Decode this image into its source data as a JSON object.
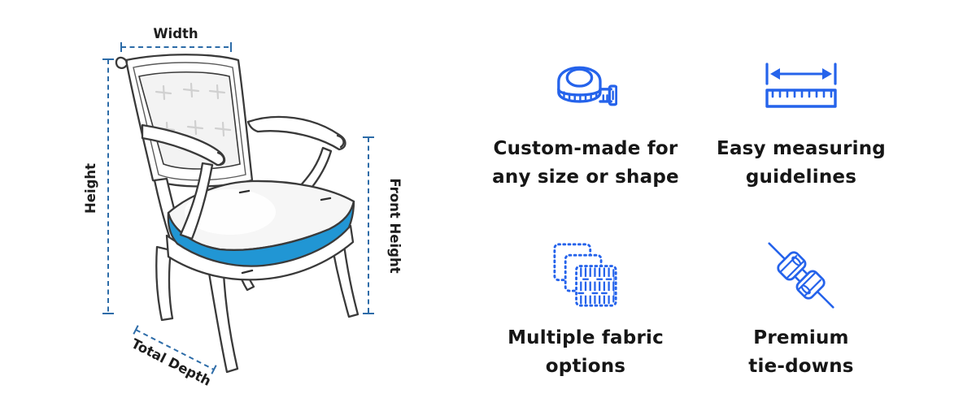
{
  "colors": {
    "icon_blue": "#2563eb",
    "dim_blue": "#2d6ca8",
    "cushion_blue": "#2196d4",
    "ink": "#3a3a3a",
    "text": "#161616"
  },
  "diagram": {
    "width_label": "Width",
    "height_label": "Height",
    "front_height_label": "Front Height",
    "total_depth_label": "Total Depth"
  },
  "features": [
    {
      "icon": "tape-measure-icon",
      "line1": "Custom-made for",
      "line2": "any size or shape"
    },
    {
      "icon": "ruler-icon",
      "line1": "Easy measuring",
      "line2": "guidelines"
    },
    {
      "icon": "fabric-swatches-icon",
      "line1": "Multiple fabric",
      "line2": "options"
    },
    {
      "icon": "tie-down-buckle-icon",
      "line1": "Premium",
      "line2": "tie-downs"
    }
  ]
}
